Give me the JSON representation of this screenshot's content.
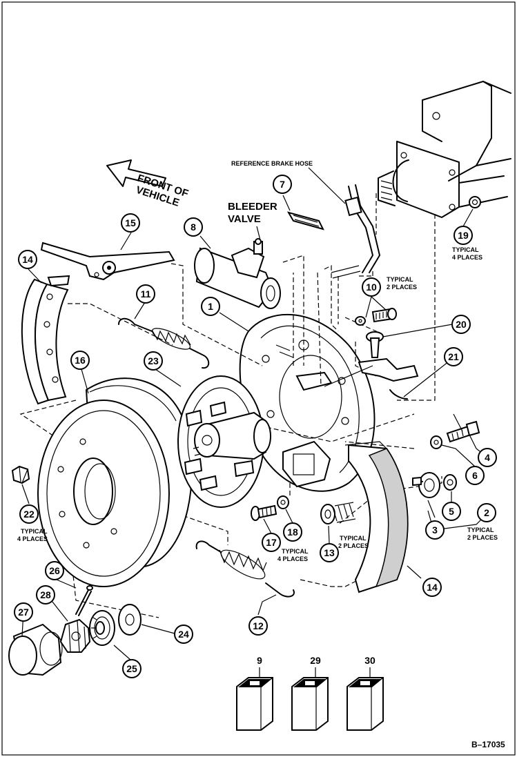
{
  "labels": {
    "reference_brake_hose": "REFERENCE BRAKE HOSE",
    "front_of_vehicle_1": "FRONT OF",
    "front_of_vehicle_2": "VEHICLE",
    "bleeder_1": "BLEEDER",
    "bleeder_2": "VALVE",
    "typical": "TYPICAL",
    "two_places": "2 PLACES",
    "four_places": "4 PLACES",
    "figure_code": "B–17035"
  },
  "callouts": {
    "c1": "1",
    "c2": "2",
    "c3": "3",
    "c4": "4",
    "c5": "5",
    "c6": "6",
    "c7": "7",
    "c8": "8",
    "c9": "9",
    "c10": "10",
    "c11": "11",
    "c12": "12",
    "c13": "13",
    "c14a": "14",
    "c14b": "14",
    "c15": "15",
    "c16": "16",
    "c17": "17",
    "c18": "18",
    "c19": "19",
    "c20": "20",
    "c21": "21",
    "c22": "22",
    "c23": "23",
    "c24": "24",
    "c25": "25",
    "c26": "26",
    "c27": "27",
    "c28": "28",
    "c29": "29",
    "c30": "30"
  }
}
